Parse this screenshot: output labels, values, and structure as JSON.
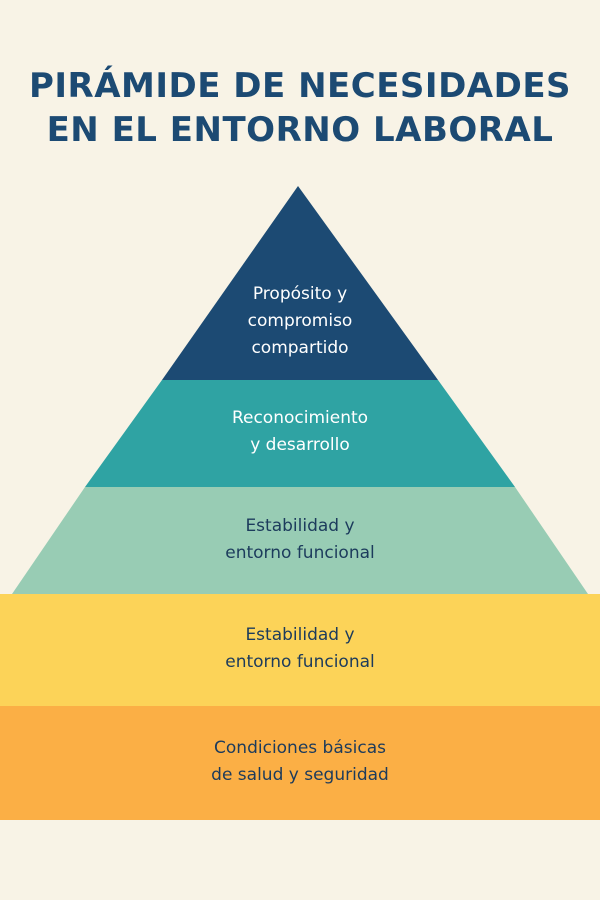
{
  "title": {
    "line1": "PIRÁMIDE DE NECESIDADES",
    "line2": "EN EL ENTORNO LABORAL"
  },
  "levels": [
    {
      "lines": [
        "Propósito y",
        "compromiso",
        "compartido"
      ],
      "color": "#1c4a73",
      "text_color": "#ffffff"
    },
    {
      "lines": [
        "Reconocimiento",
        "y desarrollo"
      ],
      "color": "#2fa3a3",
      "text_color": "#ffffff"
    },
    {
      "lines": [
        "Estabilidad y",
        "entorno funcional"
      ],
      "color": "#98ccb4",
      "text_color": "#1c3b5c"
    },
    {
      "lines": [
        "Estabilidad y",
        "entorno funcional"
      ],
      "color": "#fcd358",
      "text_color": "#1c3b5c"
    },
    {
      "lines": [
        "Condiciones básicas",
        "de salud y seguridad"
      ],
      "color": "#fbaf45",
      "text_color": "#1c3b5c"
    }
  ],
  "background_color": "#f8f3e6"
}
